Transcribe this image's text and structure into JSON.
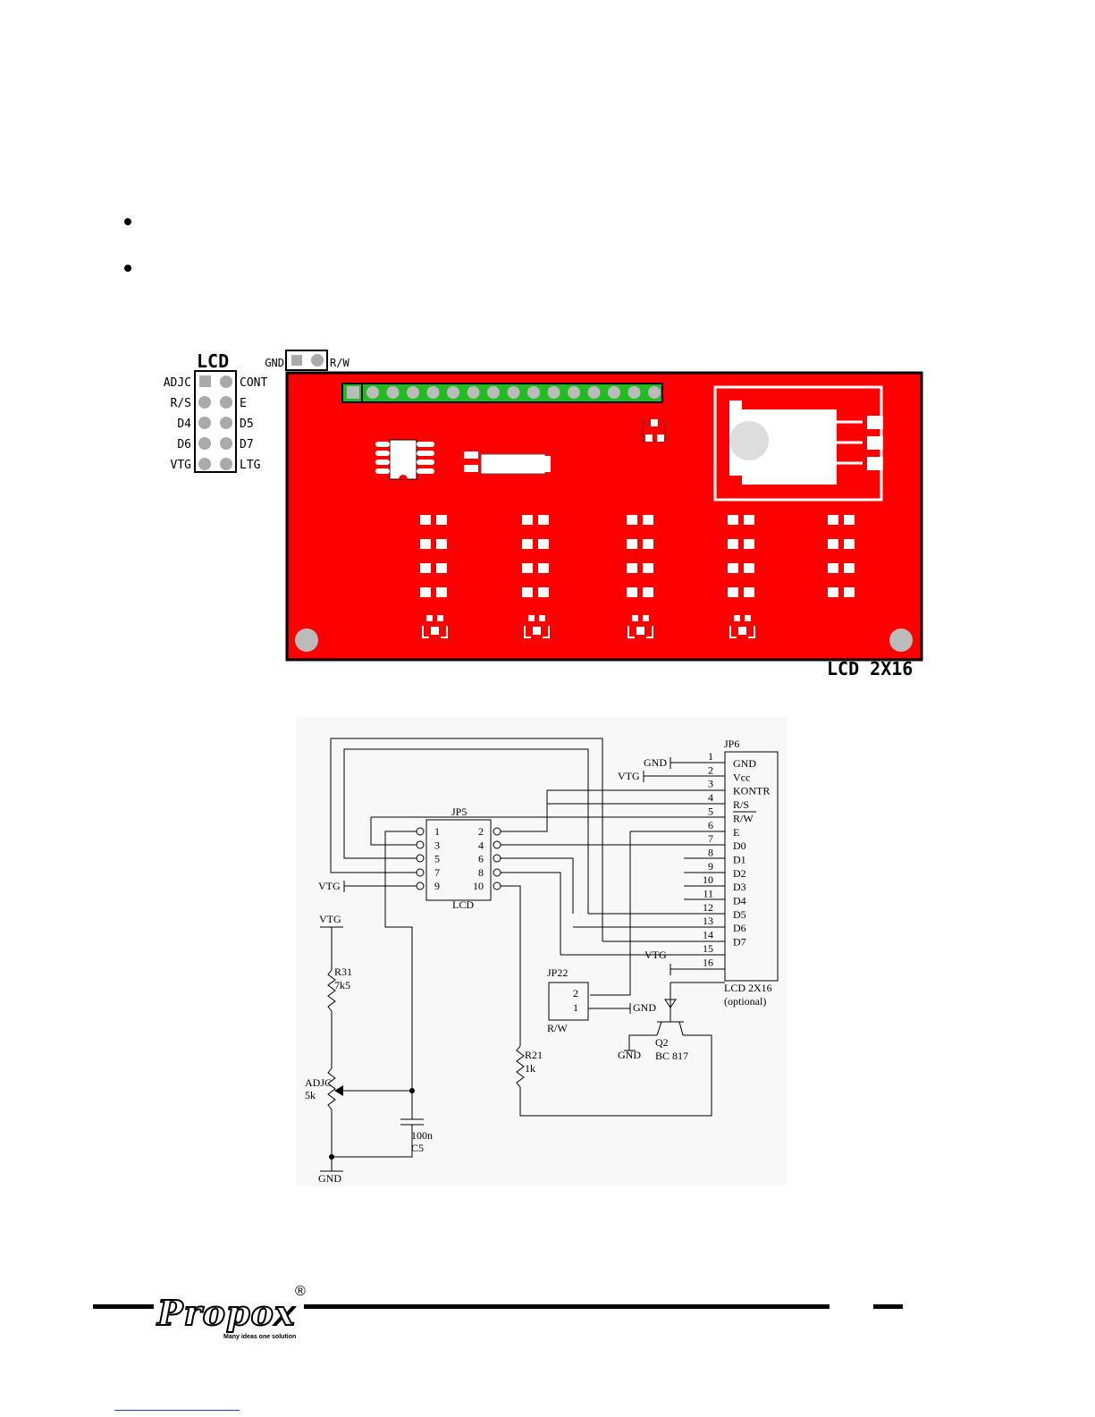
{
  "pcb": {
    "header_title": "LCD",
    "jumper_left_label": "GND",
    "jumper_right_label": "R/W",
    "pin_labels_left": [
      "ADJC",
      "R/S",
      "D4",
      "D6",
      "VTG"
    ],
    "pin_labels_right": [
      "CONT",
      "E",
      "D5",
      "D7",
      "LTG"
    ],
    "board_label": "LCD 2X16",
    "colors": {
      "board": "#ff0000",
      "connector": "#22cc22",
      "pad": "#e6e6e6"
    }
  },
  "schematic": {
    "jp6_title": "JP6",
    "jp6_pin_numbers": [
      "1",
      "2",
      "3",
      "4",
      "5",
      "6",
      "7",
      "8",
      "9",
      "10",
      "11",
      "12",
      "13",
      "14",
      "15",
      "16"
    ],
    "jp6_pin_names": [
      "GND",
      "Vcc",
      "KONTR",
      "R/S",
      "R/W",
      "E",
      "D0",
      "D1",
      "D2",
      "D3",
      "D4",
      "D5",
      "D6",
      "D7"
    ],
    "jp6_caption": "LCD 2X16",
    "jp6_caption2": "(optional)",
    "jp5_title": "JP5",
    "jp5_left_pins": [
      "1",
      "3",
      "5",
      "7",
      "9"
    ],
    "jp5_right_pins": [
      "2",
      "4",
      "6",
      "8",
      "10"
    ],
    "jp5_caption": "LCD",
    "jp22_title": "JP22",
    "jp22_pins": [
      "2",
      "1"
    ],
    "jp22_caption": "R/W",
    "r31_name": "R31",
    "r31_value": "7k5",
    "adj_name": "ADJC",
    "adj_value": "5k",
    "c5_value": "100n",
    "c5_name": "C5",
    "r21_name": "R21",
    "r21_value": "1k",
    "q2_name": "Q2",
    "q2_value": "BC 817",
    "net_gnd": "GND",
    "net_vtg": "VTG"
  },
  "footer": {
    "brand": "Propox",
    "registered": "®",
    "tagline": "Many ideas one solution"
  }
}
